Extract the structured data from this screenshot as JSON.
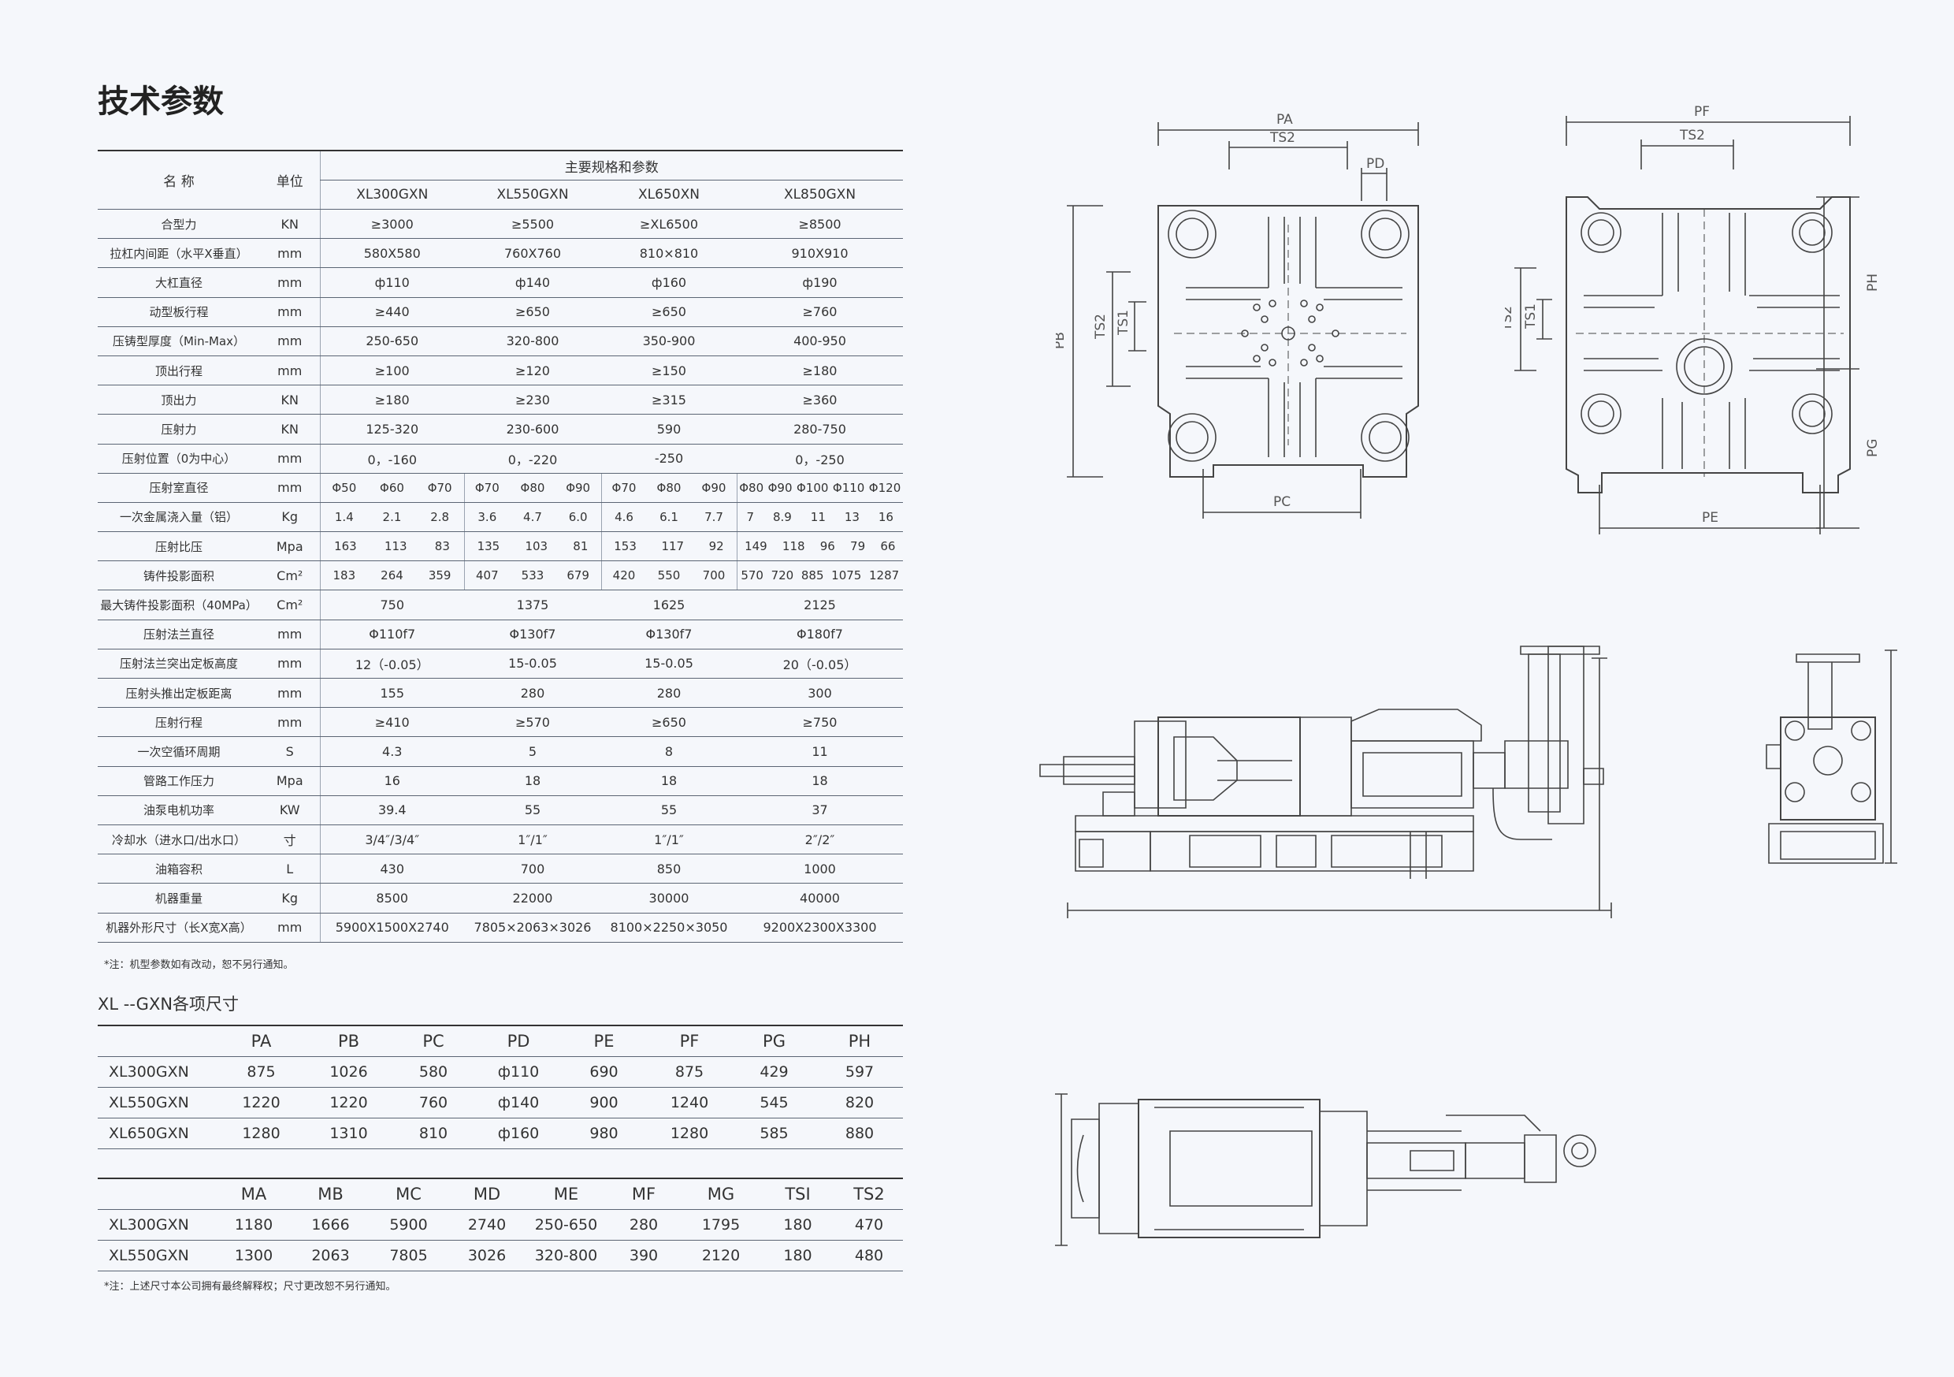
{
  "title": "技术参数",
  "spec": {
    "name_label": "名 称",
    "unit_label": "单位",
    "group_label": "主要规格和参数",
    "models": [
      "XL300GXN",
      "XL550GXN",
      "XL650XN",
      "XL850GXN"
    ],
    "rows": [
      {
        "name": "合型力",
        "unit": "KN",
        "v": [
          "≥3000",
          "≥5500",
          "≥XL6500",
          "≥8500"
        ]
      },
      {
        "name": "拉杠内间距（水平X垂直）",
        "unit": "mm",
        "v": [
          "580X580",
          "760X760",
          "810×810",
          "910X910"
        ]
      },
      {
        "name": "大杠直径",
        "unit": "mm",
        "v": [
          "ф110",
          "ф140",
          "ф160",
          "ф190"
        ]
      },
      {
        "name": "动型板行程",
        "unit": "mm",
        "v": [
          "≥440",
          "≥650",
          "≥650",
          "≥760"
        ]
      },
      {
        "name": "压铸型厚度（Min-Max）",
        "unit": "mm",
        "v": [
          "250-650",
          "320-800",
          "350-900",
          "400-950"
        ]
      },
      {
        "name": "顶出行程",
        "unit": "mm",
        "v": [
          "≥100",
          "≥120",
          "≥150",
          "≥180"
        ]
      },
      {
        "name": "顶出力",
        "unit": "KN",
        "v": [
          "≥180",
          "≥230",
          "≥315",
          "≥360"
        ]
      },
      {
        "name": "压射力",
        "unit": "KN",
        "v": [
          "125-320",
          "230-600",
          "590",
          "280-750"
        ]
      },
      {
        "name": "压射位置（0为中心）",
        "unit": "mm",
        "v": [
          "0，-160",
          "0，-220",
          "-250",
          "0，-250"
        ]
      }
    ],
    "split_rows": [
      {
        "name": "压射室直径",
        "unit": "mm",
        "v": [
          [
            "Φ50",
            "Φ60",
            "Φ70"
          ],
          [
            "Φ70",
            "Φ80",
            "Φ90"
          ],
          [
            "Φ70",
            "Φ80",
            "Φ90"
          ],
          [
            "Φ80",
            "Φ90",
            "Φ100",
            "Φ110",
            "Φ120"
          ]
        ]
      },
      {
        "name": "一次金属浇入量（铝）",
        "unit": "Kg",
        "v": [
          [
            "1.4",
            "2.1",
            "2.8"
          ],
          [
            "3.6",
            "4.7",
            "6.0"
          ],
          [
            "4.6",
            "6.1",
            "7.7"
          ],
          [
            "7",
            "8.9",
            "11",
            "13",
            "16"
          ]
        ]
      },
      {
        "name": "压射比压",
        "unit": "Mpa",
        "v": [
          [
            "163",
            "113",
            "83"
          ],
          [
            "135",
            "103",
            "81"
          ],
          [
            "153",
            "117",
            "92"
          ],
          [
            "149",
            "118",
            "96",
            "79",
            "66"
          ]
        ]
      },
      {
        "name": "铸件投影面积",
        "unit": "Cm²",
        "v": [
          [
            "183",
            "264",
            "359"
          ],
          [
            "407",
            "533",
            "679"
          ],
          [
            "420",
            "550",
            "700"
          ],
          [
            "570",
            "720",
            "885",
            "1075",
            "1287"
          ]
        ]
      }
    ],
    "rows2": [
      {
        "name": "最大铸件投影面积（40MPa）",
        "unit": "Cm²",
        "v": [
          "750",
          "1375",
          "1625",
          "2125"
        ]
      },
      {
        "name": "压射法兰直径",
        "unit": "mm",
        "v": [
          "Φ110f7",
          "Φ130f7",
          "Φ130f7",
          "Φ180f7"
        ]
      },
      {
        "name": "压射法兰突出定板高度",
        "unit": "mm",
        "v": [
          "12（-0.05）",
          "15-0.05",
          "15-0.05",
          "20（-0.05）"
        ]
      },
      {
        "name": "压射头推出定板距离",
        "unit": "mm",
        "v": [
          "155",
          "280",
          "280",
          "300"
        ]
      },
      {
        "name": "压射行程",
        "unit": "mm",
        "v": [
          "≥410",
          "≥570",
          "≥650",
          "≥750"
        ]
      },
      {
        "name": "一次空循环周期",
        "unit": "S",
        "v": [
          "4.3",
          "5",
          "8",
          "11"
        ]
      },
      {
        "name": "管路工作压力",
        "unit": "Mpa",
        "v": [
          "16",
          "18",
          "18",
          "18"
        ]
      },
      {
        "name": "油泵电机功率",
        "unit": "KW",
        "v": [
          "39.4",
          "55",
          "55",
          "37"
        ]
      },
      {
        "name": "冷却水（进水口/出水口）",
        "unit": "寸",
        "v": [
          "3/4″/3/4″",
          "1″/1″",
          "1″/1″",
          "2″/2″"
        ]
      },
      {
        "name": "油箱容积",
        "unit": "L",
        "v": [
          "430",
          "700",
          "850",
          "1000"
        ]
      },
      {
        "name": "机器重量",
        "unit": "Kg",
        "v": [
          "8500",
          "22000",
          "30000",
          "40000"
        ]
      },
      {
        "name": "机器外形尺寸（长X宽X高）",
        "unit": "mm",
        "v": [
          "5900X1500X2740",
          "7805×2063×3026",
          "8100×2250×3050",
          "9200X2300X3300"
        ]
      }
    ],
    "note": "*注：机型参数如有改动，恕不另行通知。"
  },
  "dims_title": "XL --GXN各项尺寸",
  "dims1": {
    "headers": [
      "PA",
      "PB",
      "PC",
      "PD",
      "PE",
      "PF",
      "PG",
      "PH"
    ],
    "rows": [
      {
        "model": "XL300GXN",
        "v": [
          "875",
          "1026",
          "580",
          "ф110",
          "690",
          "875",
          "429",
          "597"
        ]
      },
      {
        "model": "XL550GXN",
        "v": [
          "1220",
          "1220",
          "760",
          "ф140",
          "900",
          "1240",
          "545",
          "820"
        ]
      },
      {
        "model": "XL650GXN",
        "v": [
          "1280",
          "1310",
          "810",
          "ф160",
          "980",
          "1280",
          "585",
          "880"
        ]
      }
    ]
  },
  "dims2": {
    "headers": [
      "MA",
      "MB",
      "MC",
      "MD",
      "ME",
      "MF",
      "MG",
      "TSI",
      "TS2"
    ],
    "rows": [
      {
        "model": "XL300GXN",
        "v": [
          "1180",
          "1666",
          "5900",
          "2740",
          "250-650",
          "280",
          "1795",
          "180",
          "470"
        ]
      },
      {
        "model": "XL550GXN",
        "v": [
          "1300",
          "2063",
          "7805",
          "3026",
          "320-800",
          "390",
          "2120",
          "180",
          "480"
        ]
      }
    ]
  },
  "dims_note": "*注：上述尺寸本公司拥有最终解释权；尺寸更改恕不另行通知。",
  "drawing_labels": {
    "left": {
      "pa": "PA",
      "ts2": "TS2",
      "pd": "PD",
      "pb": "PB",
      "ts2_side": "TS2",
      "ts1": "TS1",
      "pc": "PC"
    },
    "right": {
      "pf": "PF",
      "ts2": "TS2",
      "ph": "PH",
      "ts2_side": "TS2",
      "ts1": "TS1",
      "pg": "PG",
      "pe": "PE"
    }
  }
}
